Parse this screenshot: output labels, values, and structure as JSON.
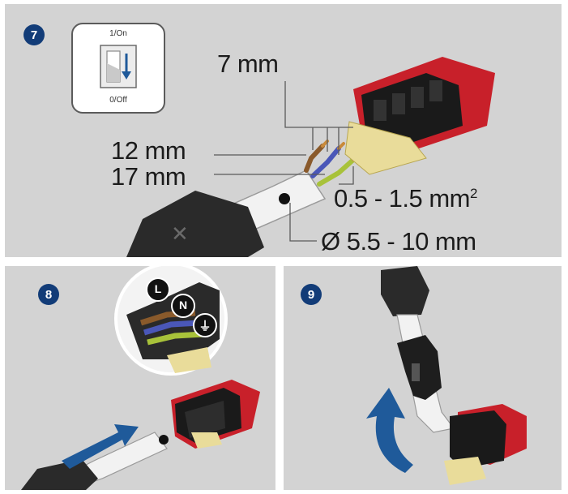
{
  "steps": [
    {
      "number": "7"
    },
    {
      "number": "8"
    },
    {
      "number": "9"
    }
  ],
  "switch": {
    "on_label": "1/On",
    "off_label": "0/Off"
  },
  "dimensions": {
    "strip_length": "7 mm",
    "wire_length_1": "12 mm",
    "wire_length_2": "17 mm",
    "cross_section": "0.5 - 1.5 mm",
    "cross_section_sup": "2",
    "cable_diameter": "Ø 5.5 - 10 mm"
  },
  "wire_labels": {
    "line": "L",
    "neutral": "N",
    "ground": "⏚"
  },
  "colors": {
    "panel_bg": "#d3d3d3",
    "badge": "#123c78",
    "connector_red": "#c8202a",
    "arrow_blue": "#1f5a9a",
    "wire_brown": "#8a5a2b",
    "wire_blue": "#4a57b8",
    "wire_green_yellow": "#a8c23a"
  }
}
